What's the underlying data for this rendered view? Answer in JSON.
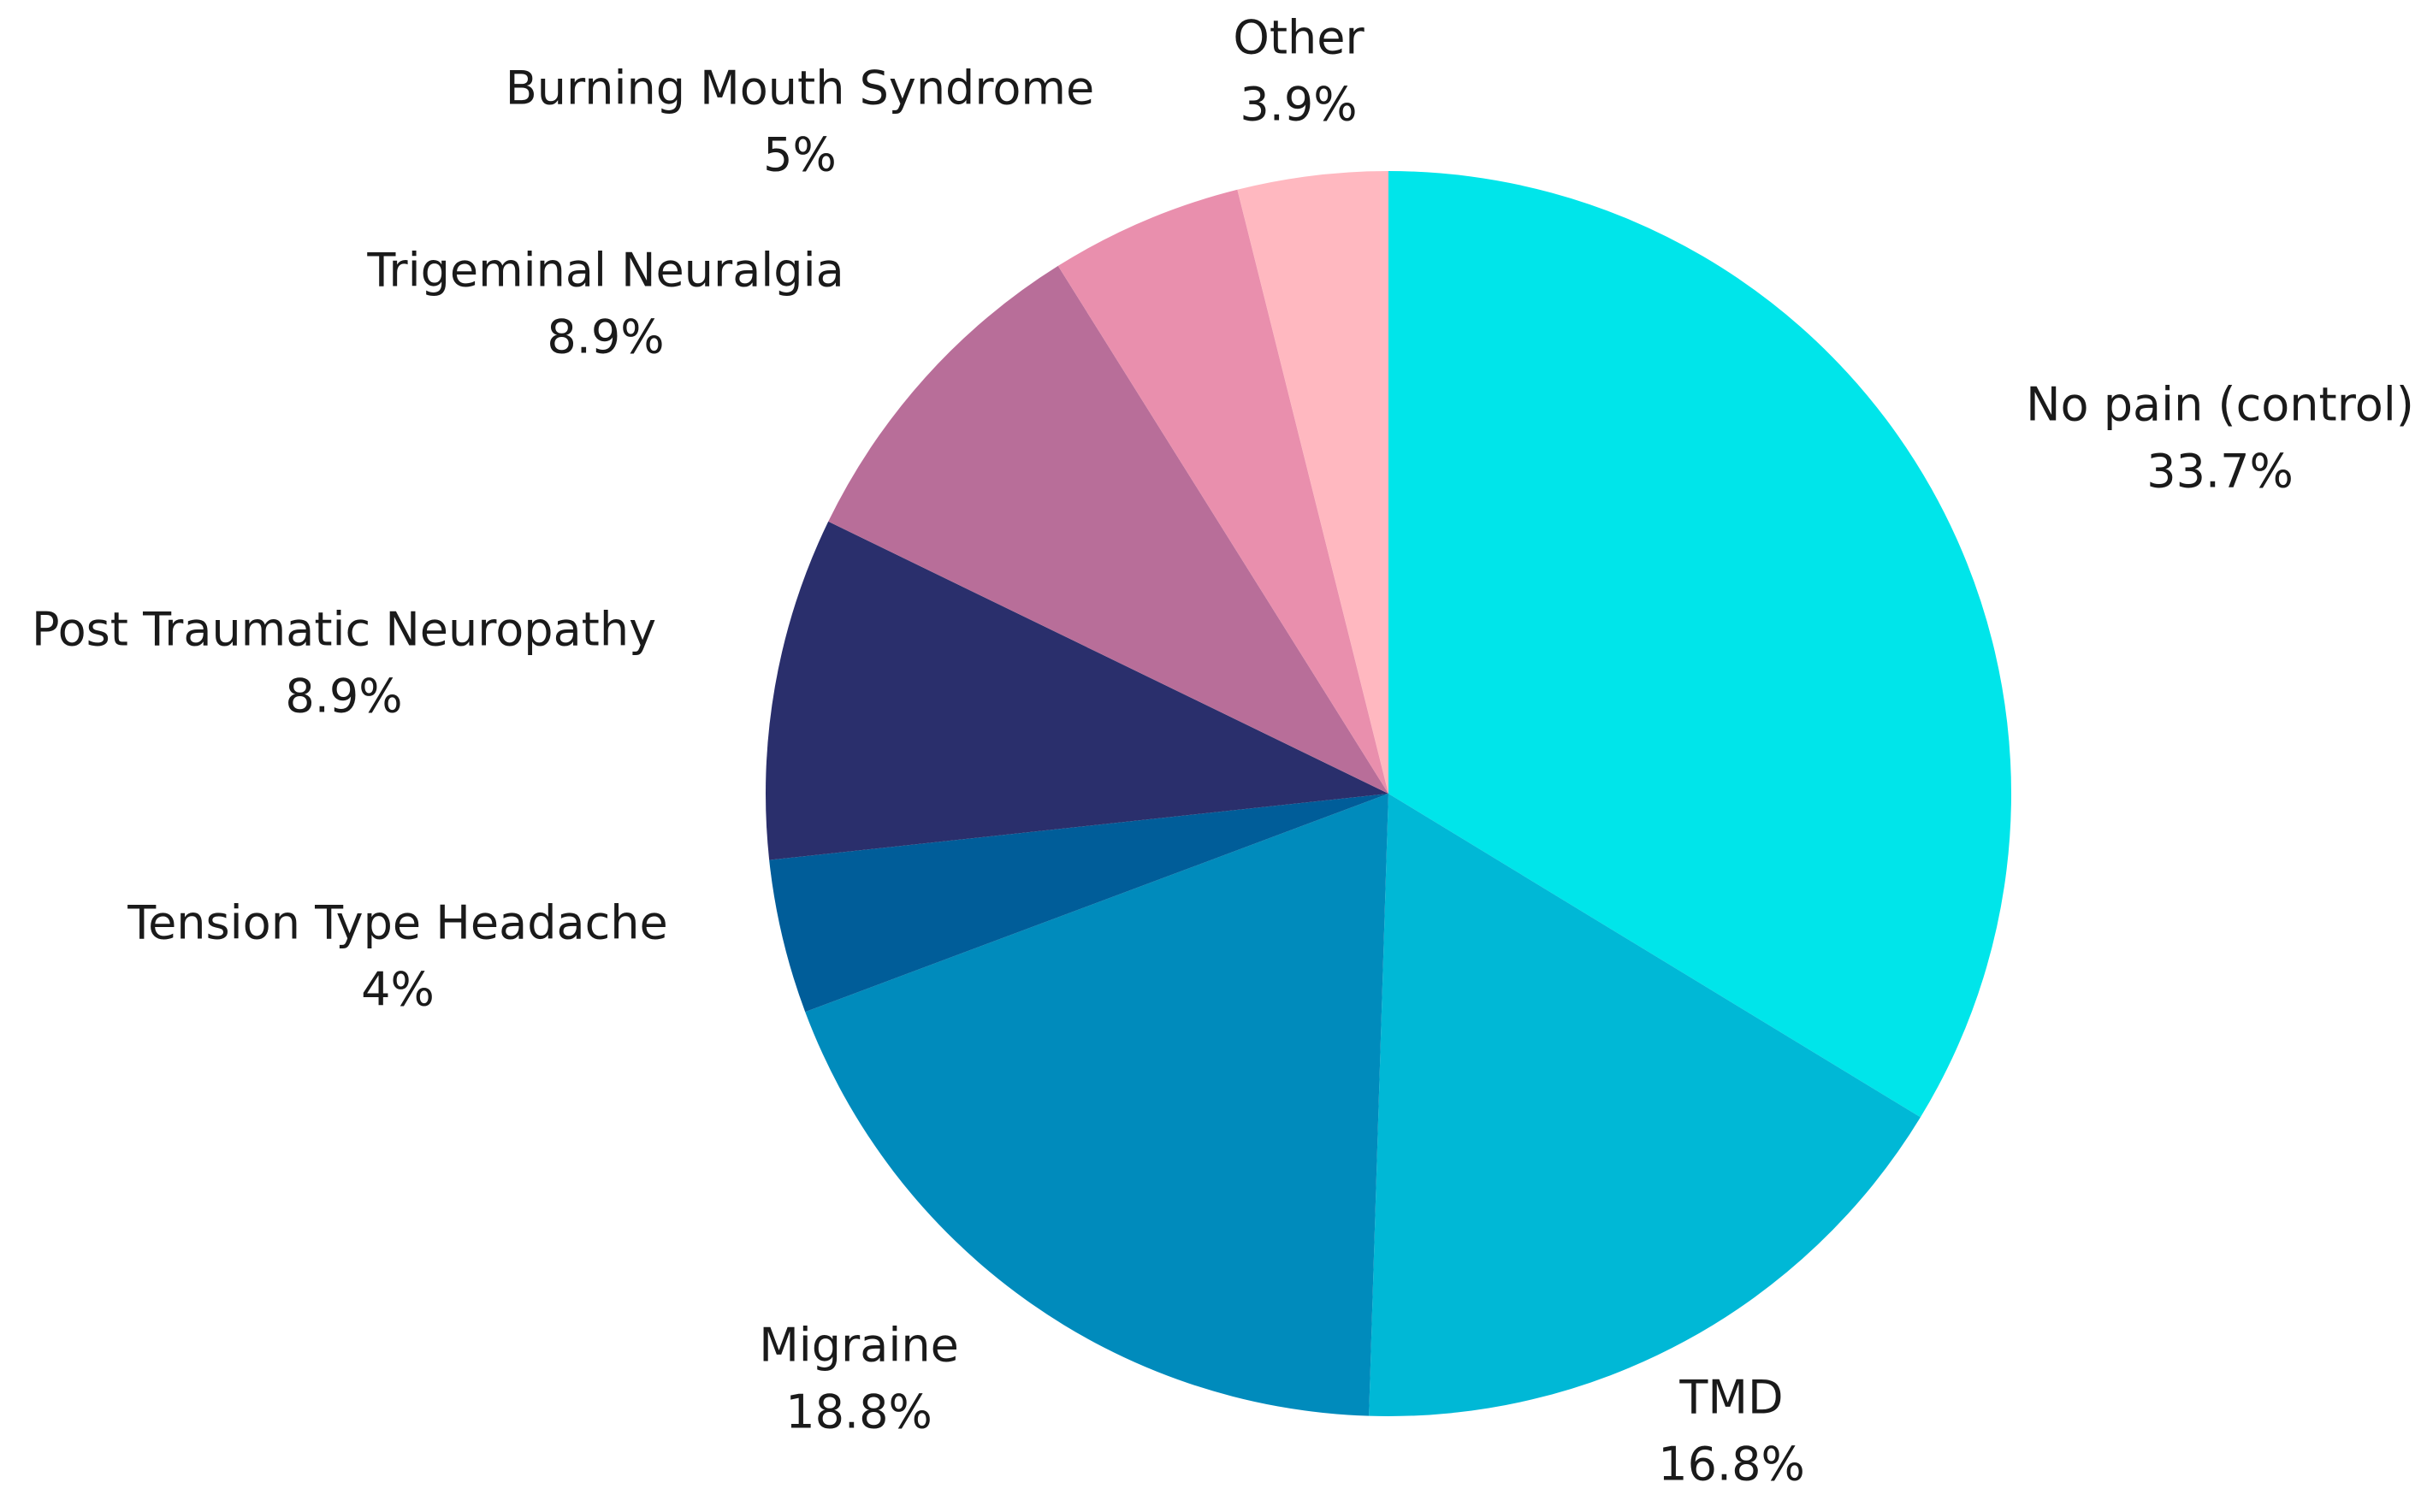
{
  "chart_data": {
    "type": "pie",
    "start_angle": "12 o'clock",
    "direction": "clockwise",
    "slices": [
      {
        "label": "No pain (control)",
        "value": 33.7,
        "value_label": "33.7%",
        "color": "#00E5EA"
      },
      {
        "label": "TMD",
        "value": 16.8,
        "value_label": "16.8%",
        "color": "#00B8D6"
      },
      {
        "label": "Migraine",
        "value": 18.8,
        "value_label": "18.8%",
        "color": "#008BBC"
      },
      {
        "label": "Tension Type Headache",
        "value": 4,
        "value_label": "4%",
        "color": "#005D99"
      },
      {
        "label": "Post Traumatic Neuropathy",
        "value": 8.9,
        "value_label": "8.9%",
        "color": "#2A2F6C"
      },
      {
        "label": "Trigeminal Neuralgia",
        "value": 8.9,
        "value_label": "8.9%",
        "color": "#B86E99"
      },
      {
        "label": "Burning Mouth Syndrome",
        "value": 5,
        "value_label": "5%",
        "color": "#E98FAD"
      },
      {
        "label": "Other",
        "value": 3.9,
        "value_label": "3.9%",
        "color": "#FFB8C0"
      }
    ]
  }
}
